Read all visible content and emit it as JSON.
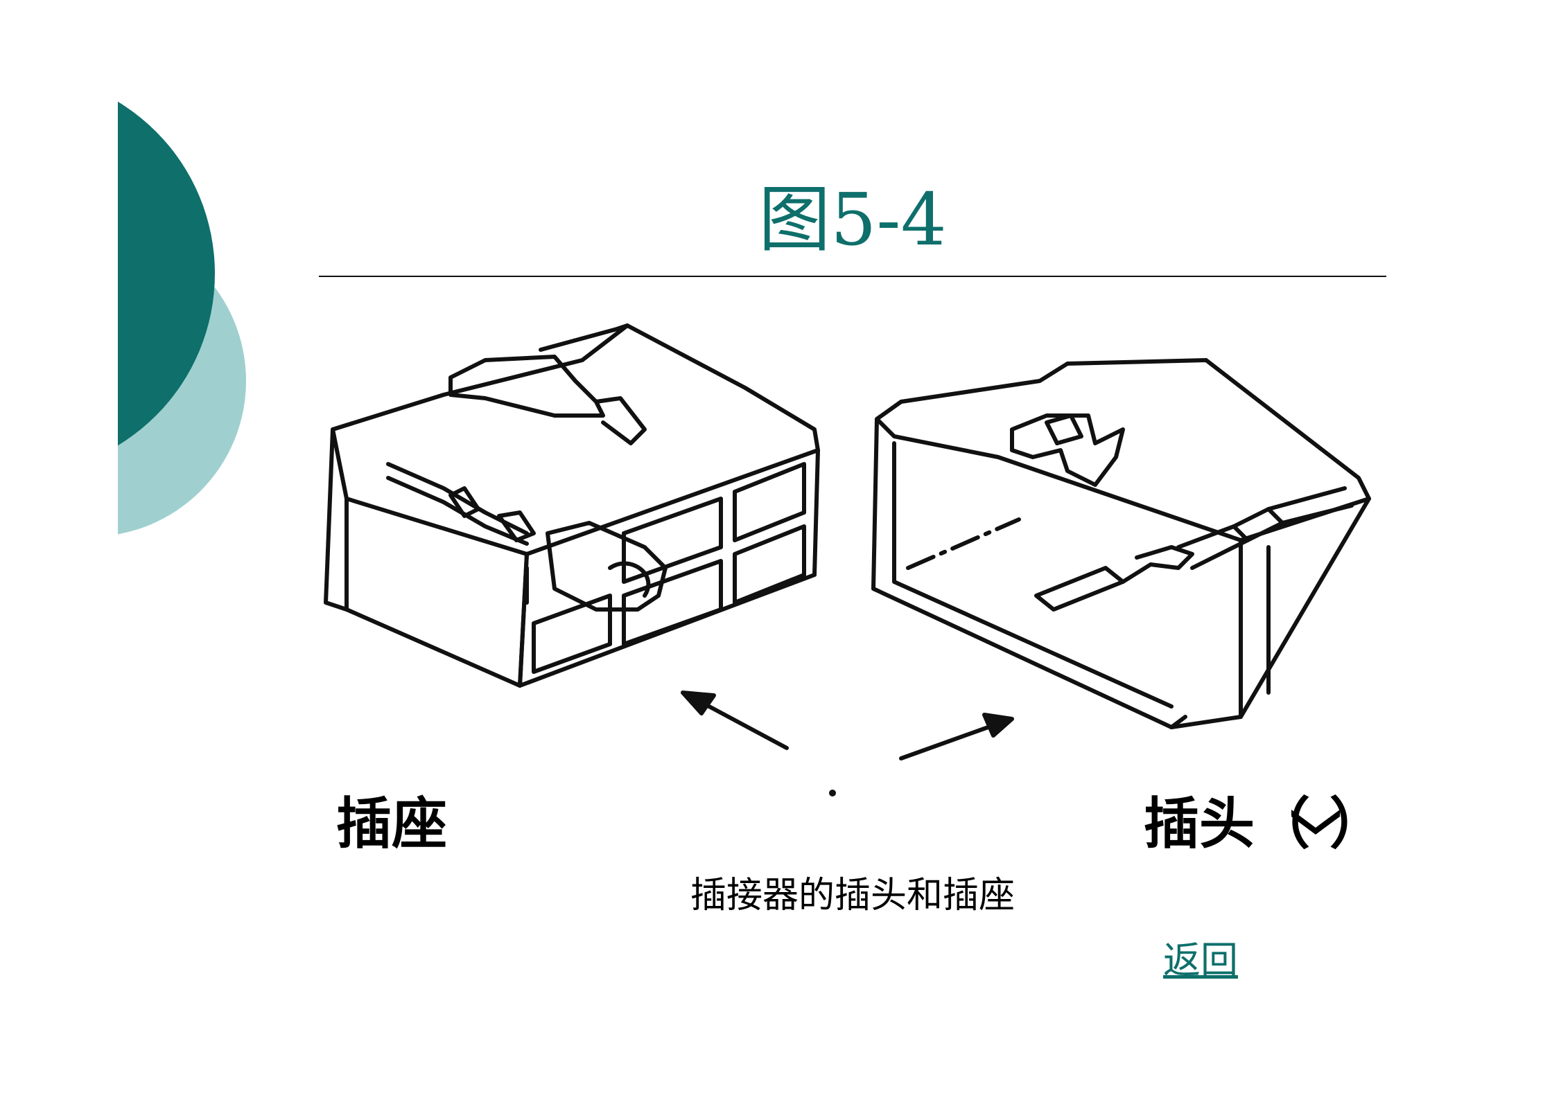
{
  "slide": {
    "title": "图5-4",
    "label_left": "插座",
    "label_right": "插头（ ）",
    "caption": "插接器的插头和插座",
    "back_link": "返回"
  },
  "colors": {
    "accent_dark": "#0e6f6b",
    "accent_light": "#9fd0cf",
    "line": "#111111"
  },
  "icons": {
    "right_label_mark": "chevron-down-icon"
  }
}
